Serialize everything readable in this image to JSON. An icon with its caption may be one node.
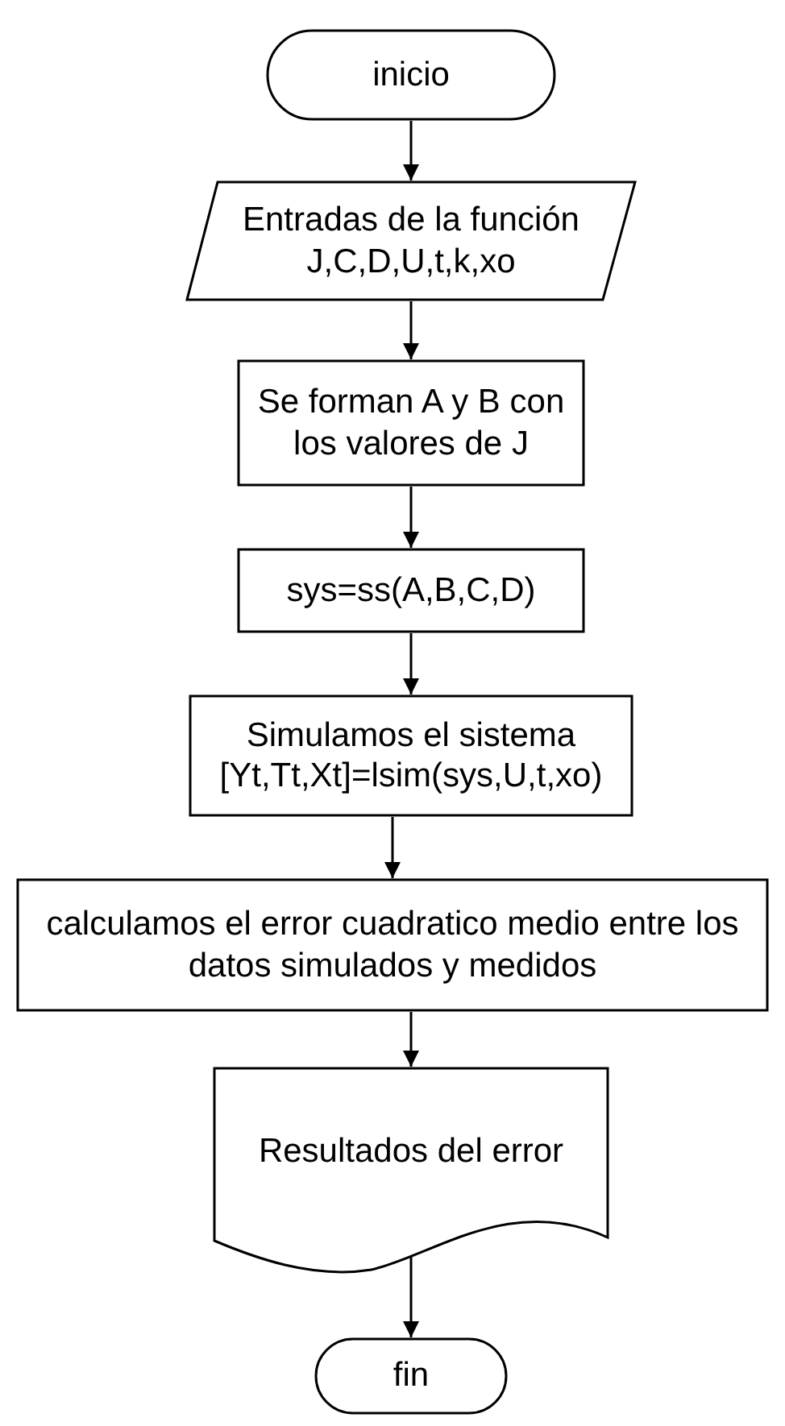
{
  "diagram": {
    "nodes": [
      {
        "text": [
          "inicio"
        ]
      },
      {
        "text": [
          "Entradas de la función J,C,D,U,t,k,xo"
        ]
      },
      {
        "text": [
          "Se forman A y B con los valores de J"
        ]
      },
      {
        "text": [
          "sys=ss(A,B,C,D)"
        ]
      },
      {
        "text": [
          "Simulamos el sistema [Yt,Tt,Xt]=lsim(sys,U,t,xo)"
        ]
      },
      {
        "text": [
          "calculamos el error cuadratico medio entre los datos simulados y medidos"
        ]
      },
      {
        "text": [
          "Resultados del error"
        ]
      },
      {
        "text": [
          "fin"
        ]
      }
    ],
    "edges": [
      {
        "from": 0,
        "to": 1,
        "arrow": "to"
      },
      {
        "from": 1,
        "to": 2,
        "arrow": "to"
      },
      {
        "from": 2,
        "to": 3,
        "arrow": "to"
      },
      {
        "from": 3,
        "to": 4,
        "arrow": "to"
      },
      {
        "from": 4,
        "to": 5,
        "arrow": "to"
      },
      {
        "from": 5,
        "to": 6,
        "arrow": "to"
      },
      {
        "from": 6,
        "to": 7,
        "arrow": "to"
      }
    ]
  }
}
